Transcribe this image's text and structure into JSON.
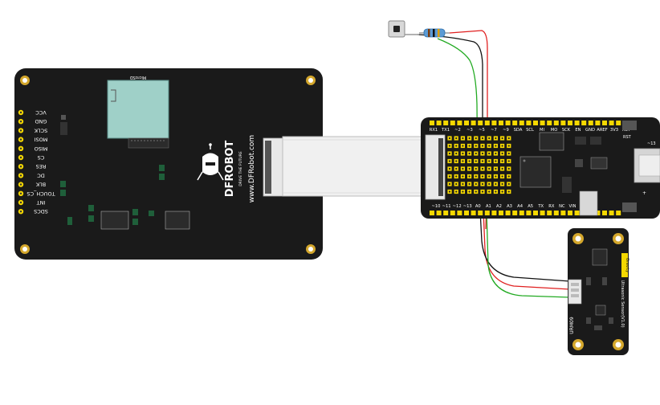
{
  "display_board": {
    "sd_label": "MicroSD",
    "pins": [
      "VCC",
      "GND",
      "SCLK",
      "MOSI",
      "MISO",
      "CS",
      "RES",
      "DC",
      "BLK",
      "TOUCH_CS",
      "INT",
      "SDCS"
    ],
    "brand": "DFROBOT",
    "tagline": "DRIVE THE FUTURE",
    "url": "www.DFRobot.com"
  },
  "controller": {
    "top_labels": [
      "RX1",
      "TX1",
      "~2",
      "~3",
      "~5",
      "~7",
      "~9",
      "SDA",
      "SCL",
      "MI",
      "MO",
      "SCK",
      "EN",
      "GND",
      "AREF",
      "3V3",
      "RST"
    ],
    "bottom_labels": [
      "~10",
      "~11",
      "~12",
      "~13",
      "A0",
      "A1",
      "A2",
      "A3",
      "A4",
      "A5",
      "TX",
      "RX",
      "NC",
      "VIN"
    ],
    "rst_label": "RST",
    "right_labels": [
      "~13",
      "+"
    ]
  },
  "sensor": {
    "brand": "Gravity",
    "name": "Ultrasonic Sensor(V1.0)",
    "sku": "URM09"
  },
  "colors": {
    "pcb": "#1a1a1a",
    "header_yellow": "#f5d800",
    "wire_red": "#e02020",
    "wire_black": "#111111",
    "wire_green": "#22aa22",
    "silkscreen": "#ffffff"
  }
}
